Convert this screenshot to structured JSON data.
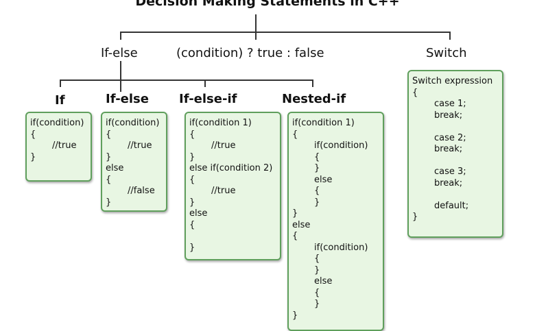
{
  "title": "Decision Making Statements in C++",
  "categories": {
    "if_else": "If-else",
    "ternary": "(condition) ? true : false",
    "switch": "Switch"
  },
  "types": {
    "if": "If",
    "if_else": "If-else",
    "if_else_if": "If-else-if",
    "nested_if": "Nested-if"
  },
  "code": {
    "if": [
      {
        "text": "if(condition)",
        "indent": 0
      },
      {
        "text": "{",
        "indent": 0
      },
      {
        "text": "//true",
        "indent": 1
      },
      {
        "text": "}",
        "indent": 0
      }
    ],
    "if_else": [
      {
        "text": "if(condition)",
        "indent": 0
      },
      {
        "text": "{",
        "indent": 0
      },
      {
        "text": "//true",
        "indent": 1
      },
      {
        "text": "}",
        "indent": 0
      },
      {
        "text": "else",
        "indent": 0
      },
      {
        "text": "{",
        "indent": 0
      },
      {
        "text": "//false",
        "indent": 1
      },
      {
        "text": "}",
        "indent": 0
      }
    ],
    "if_else_if": [
      {
        "text": "if(condition 1)",
        "indent": 0
      },
      {
        "text": "{",
        "indent": 0
      },
      {
        "text": "//true",
        "indent": 1
      },
      {
        "text": "}",
        "indent": 0
      },
      {
        "text": "else if(condition 2)",
        "indent": 0
      },
      {
        "text": "{",
        "indent": 0
      },
      {
        "text": "//true",
        "indent": 1
      },
      {
        "text": "}",
        "indent": 0
      },
      {
        "text": "else",
        "indent": 0
      },
      {
        "text": "{",
        "indent": 0
      },
      {
        "text": "",
        "indent": 0
      },
      {
        "text": "}",
        "indent": 0
      }
    ],
    "nested_if": [
      {
        "text": "if(condition 1)",
        "indent": 0
      },
      {
        "text": "{",
        "indent": 0
      },
      {
        "text": "if(condition)",
        "indent": 1
      },
      {
        "text": "{",
        "indent": 1
      },
      {
        "text": "}",
        "indent": 1
      },
      {
        "text": "else",
        "indent": 1
      },
      {
        "text": "{",
        "indent": 1
      },
      {
        "text": "}",
        "indent": 1
      },
      {
        "text": "}",
        "indent": 0
      },
      {
        "text": "else",
        "indent": 0
      },
      {
        "text": "{",
        "indent": 0
      },
      {
        "text": "if(condition)",
        "indent": 1
      },
      {
        "text": "{",
        "indent": 1
      },
      {
        "text": "}",
        "indent": 1
      },
      {
        "text": "else",
        "indent": 1
      },
      {
        "text": "{",
        "indent": 1
      },
      {
        "text": "}",
        "indent": 1
      },
      {
        "text": "}",
        "indent": 0
      }
    ],
    "switch": [
      {
        "text": "Switch expression",
        "indent": 0
      },
      {
        "text": "{",
        "indent": 0
      },
      {
        "text": "case 1;",
        "indent": 1
      },
      {
        "text": "break;",
        "indent": 1
      },
      {
        "text": "",
        "indent": 0
      },
      {
        "text": "case 2;",
        "indent": 1
      },
      {
        "text": "break;",
        "indent": 1
      },
      {
        "text": "",
        "indent": 0
      },
      {
        "text": "case 3;",
        "indent": 1
      },
      {
        "text": "break;",
        "indent": 1
      },
      {
        "text": "",
        "indent": 0
      },
      {
        "text": "default;",
        "indent": 1
      },
      {
        "text": "}",
        "indent": 0
      }
    ]
  },
  "colors": {
    "box_fill": "#e8f6e3",
    "box_border": "#5f9f5c",
    "connector": "#333333"
  }
}
